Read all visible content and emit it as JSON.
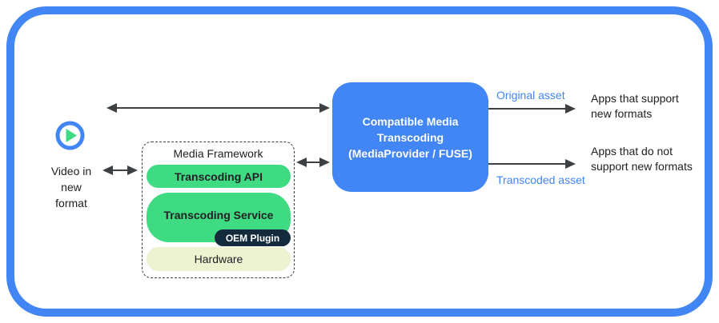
{
  "source": {
    "icon": "play-circle-icon",
    "label": "Video in\nnew\nformat"
  },
  "media_framework": {
    "title": "Media Framework",
    "transcoding_api": "Transcoding API",
    "transcoding_service": "Transcoding Service",
    "oem_plugin": "OEM Plugin",
    "hardware": "Hardware"
  },
  "transcoder": {
    "label": "Compatible Media\nTranscoding\n(MediaProvider / FUSE)"
  },
  "outputs": {
    "original": {
      "asset": "Original asset",
      "apps": "Apps that support\nnew formats"
    },
    "transcoded": {
      "asset": "Transcoded asset",
      "apps": "Apps that do not\nsupport new formats"
    }
  },
  "colors": {
    "frame_blue": "#4285F4",
    "box_blue": "#4285F4",
    "green": "#3EDB83",
    "pale_green": "#EDF3D0",
    "dark_navy": "#132B3D",
    "arrow_gray": "#3C4043",
    "asset_label_blue": "#4285F4"
  }
}
